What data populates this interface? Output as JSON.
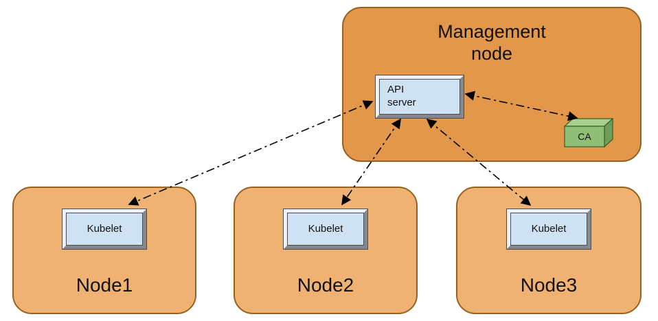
{
  "diagram": {
    "management_node": {
      "label": "Management\nnode",
      "api_server_label": "API\nserver",
      "ca_label": "CA"
    },
    "worker_nodes": [
      {
        "label": "Node1",
        "component_label": "Kubelet"
      },
      {
        "label": "Node2",
        "component_label": "Kubelet"
      },
      {
        "label": "Node3",
        "component_label": "Kubelet"
      }
    ],
    "connections": [
      {
        "from": "API server",
        "to": "Kubelet (Node1)",
        "style": "dash-dot",
        "bidirectional": true
      },
      {
        "from": "API server",
        "to": "Kubelet (Node2)",
        "style": "dash-dot",
        "bidirectional": true
      },
      {
        "from": "API server",
        "to": "Kubelet (Node3)",
        "style": "dash-dot",
        "bidirectional": true
      },
      {
        "from": "API server",
        "to": "CA",
        "style": "dash-dot",
        "bidirectional": true
      }
    ],
    "colors": {
      "management_fill": "#e2974b",
      "worker_fill": "#f0b273",
      "node_border": "#96601f",
      "component_fill": "#cfe2f3",
      "ca_front": "#8fbf77",
      "ca_top": "#a8cf90",
      "ca_side": "#6d9e57",
      "arrow": "#000000"
    }
  }
}
